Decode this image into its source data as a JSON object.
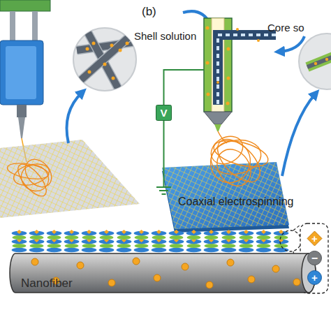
{
  "diagram": {
    "nodes": [
      {
        "text": [
          "V"
        ]
      },
      {
        "text": [
          "Nanofiber"
        ]
      },
      {
        "text": [
          "+"
        ]
      },
      {
        "text": [
          "−"
        ]
      },
      {
        "text": [
          "+"
        ]
      }
    ],
    "labels": [
      "(b)",
      "Shell solution",
      "Core so",
      "Coaxial electrospinning"
    ]
  }
}
